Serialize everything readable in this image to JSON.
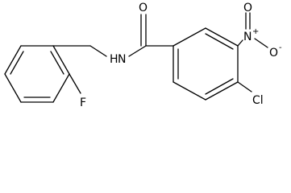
{
  "molecule": {
    "atoms": {
      "nitrogen_amide": "N",
      "hydrogen_amide": "H",
      "oxygen_carbonyl": "O",
      "fluorine": "F",
      "chlorine": "Cl",
      "nitrogen_nitro": "N",
      "nitro_plus": "+",
      "oxygen_nitro_top": "O",
      "oxygen_nitro_right": "O",
      "nitro_minus": "-"
    }
  }
}
